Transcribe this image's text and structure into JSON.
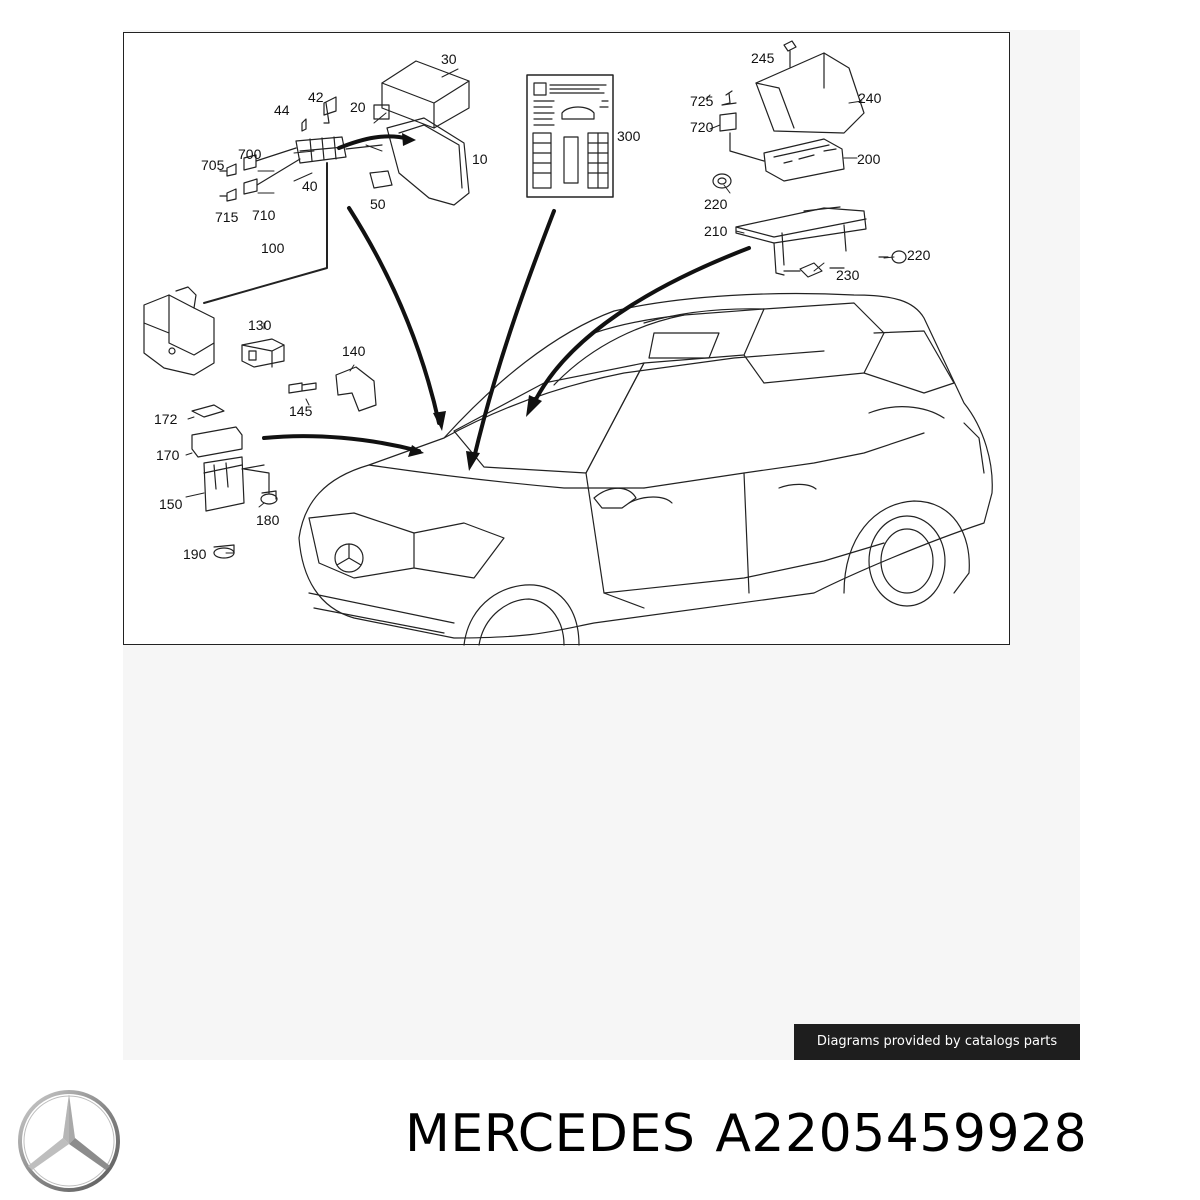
{
  "diagram": {
    "callouts": [
      "30",
      "42",
      "44",
      "20",
      "700",
      "705",
      "10",
      "40",
      "715",
      "710",
      "50",
      "100",
      "130",
      "140",
      "145",
      "172",
      "170",
      "150",
      "180",
      "190",
      "245",
      "240",
      "725",
      "720",
      "300",
      "200",
      "220",
      "210",
      "230"
    ],
    "credit_text": "Diagrams provided by catalogs parts"
  },
  "footer": {
    "brand": "MERCEDES",
    "part_number": "A2205459928",
    "logo_icon": "mercedes-star-icon"
  }
}
